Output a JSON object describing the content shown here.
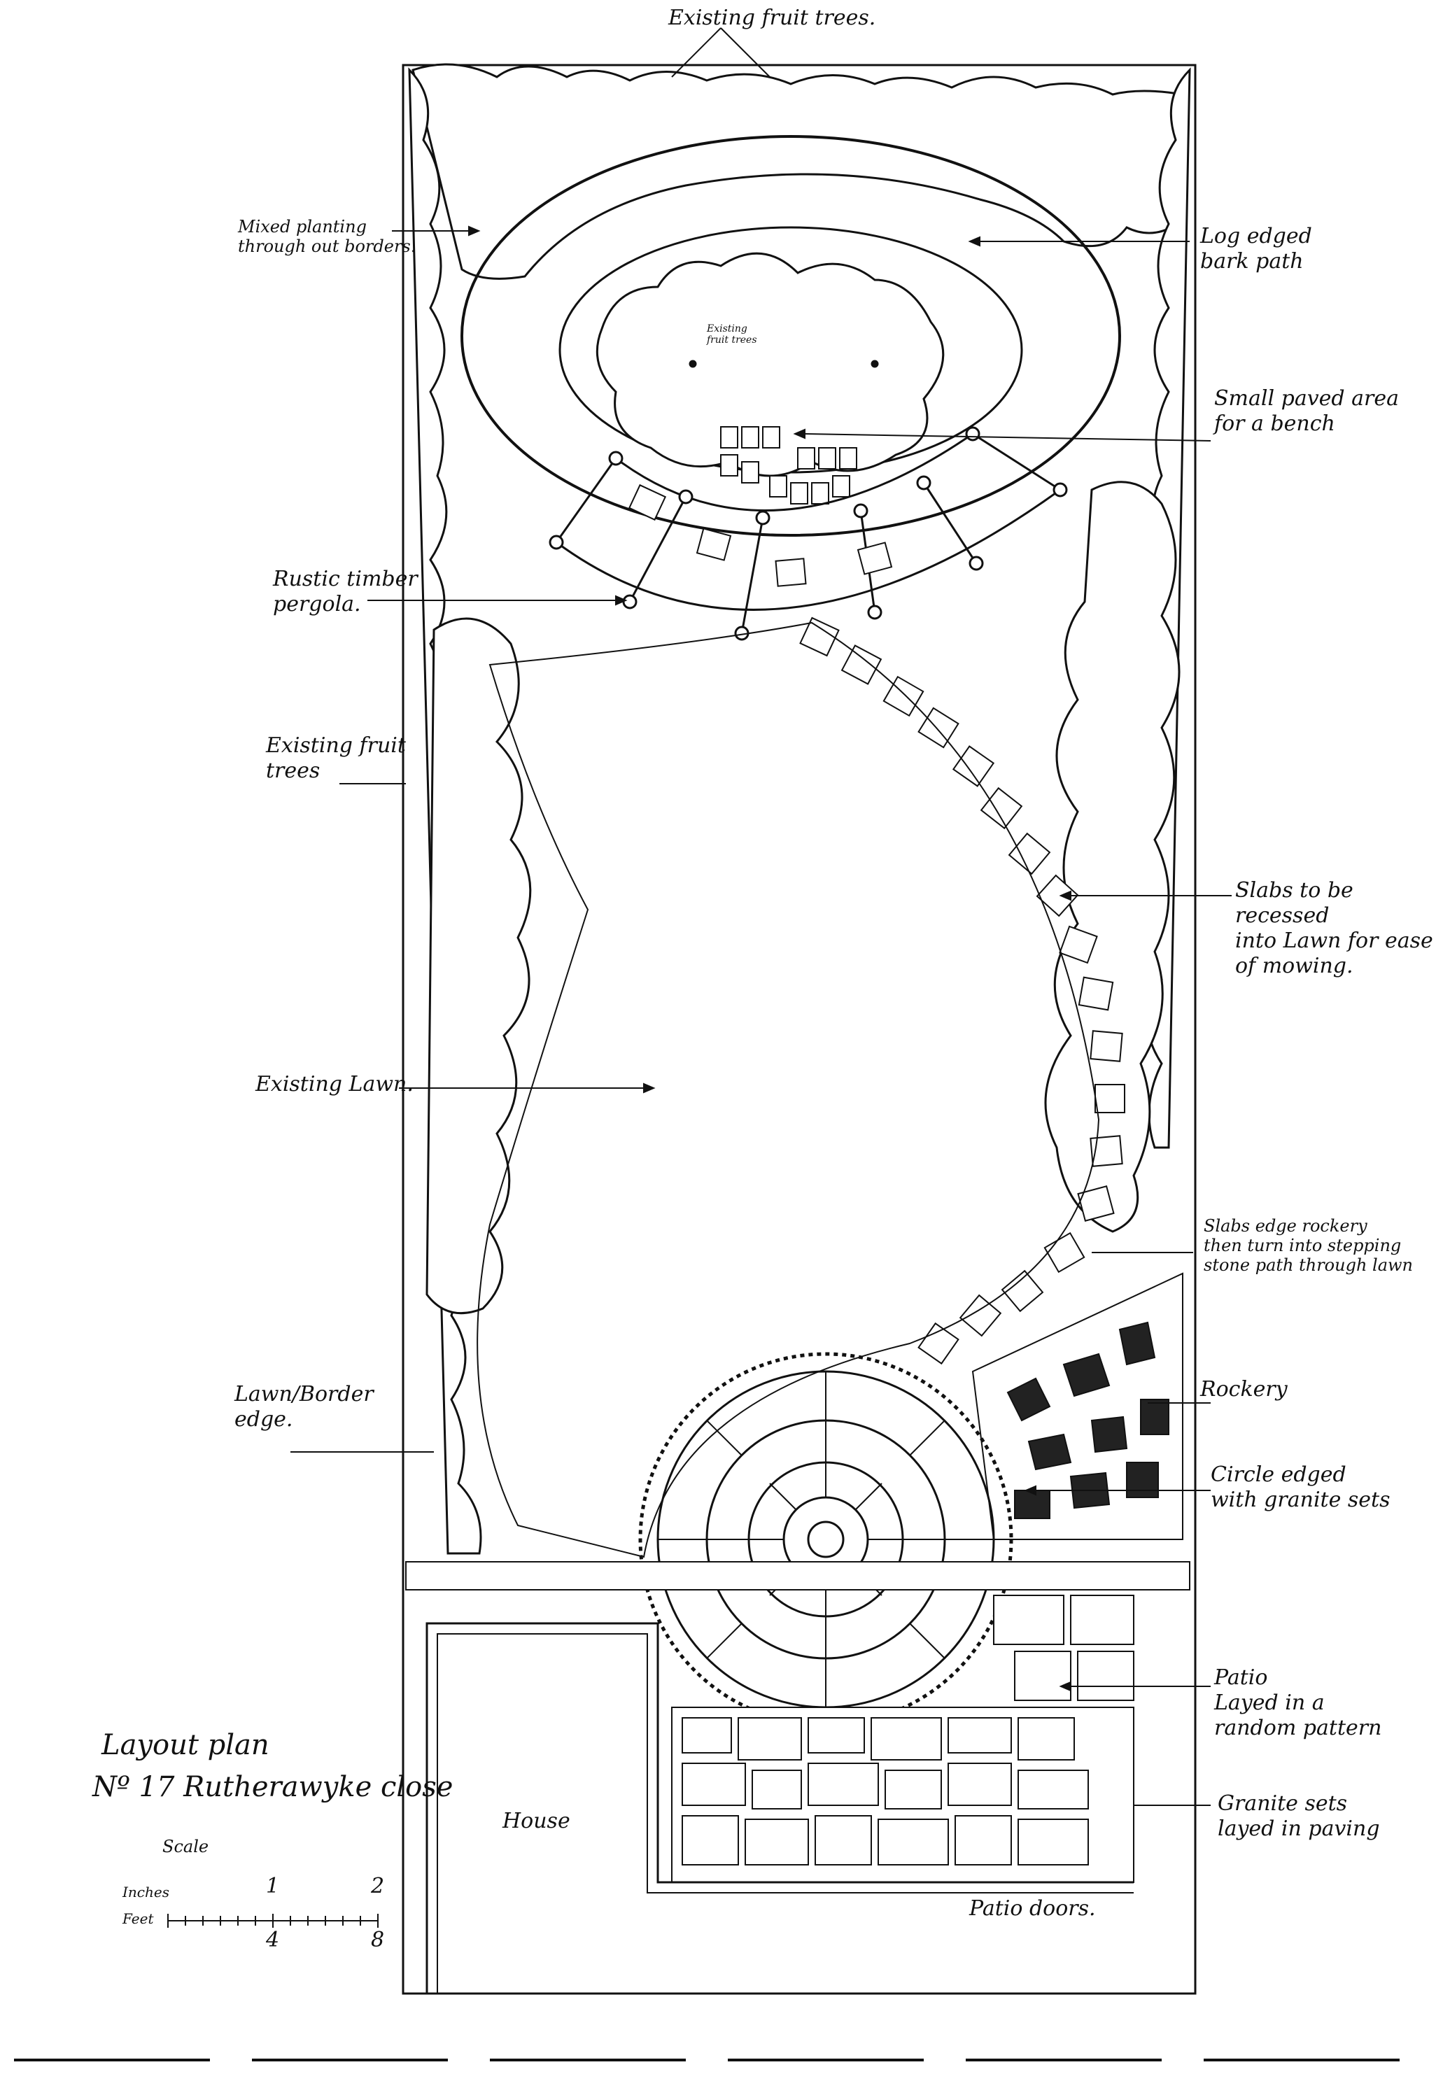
{
  "title": {
    "line1": "Layout plan",
    "line2": "Nº 17 Rutherawyke close"
  },
  "scale": {
    "label": "Scale",
    "inches_label": "Inches",
    "feet_label": "Feet",
    "inch_ticks": [
      "1",
      "2"
    ],
    "feet_ticks": [
      "4",
      "8"
    ]
  },
  "labels": {
    "existing_fruit_trees_top": "Existing fruit trees.",
    "mixed_planting": "Mixed planting\nthrough out borders.",
    "log_edged_bark_path": "Log edged\nbark path",
    "existing_fruit_trees_centre": "Existing\nfruit trees",
    "small_paved_area": "Small paved area\nfor a bench",
    "rustic_timber_pergola": "Rustic timber\npergola.",
    "existing_fruit_trees_left": "Existing fruit\ntrees",
    "slabs_recessed": "Slabs to be recessed\ninto Lawn for ease\nof mowing.",
    "existing_lawn": "Existing Lawn.",
    "slabs_edge_rockery": "Slabs edge rockery\nthen turn into stepping\nstone path through lawn",
    "lawn_border_edge": "Lawn/Border\nedge.",
    "rockery": "Rockery",
    "circle_edged": "Circle edged\nwith granite sets",
    "patio": "Patio\nLayed in a\nrandom pattern",
    "granite_sets": "Granite sets\nlayed in paving",
    "house": "House",
    "patio_doors": "Patio doors."
  }
}
